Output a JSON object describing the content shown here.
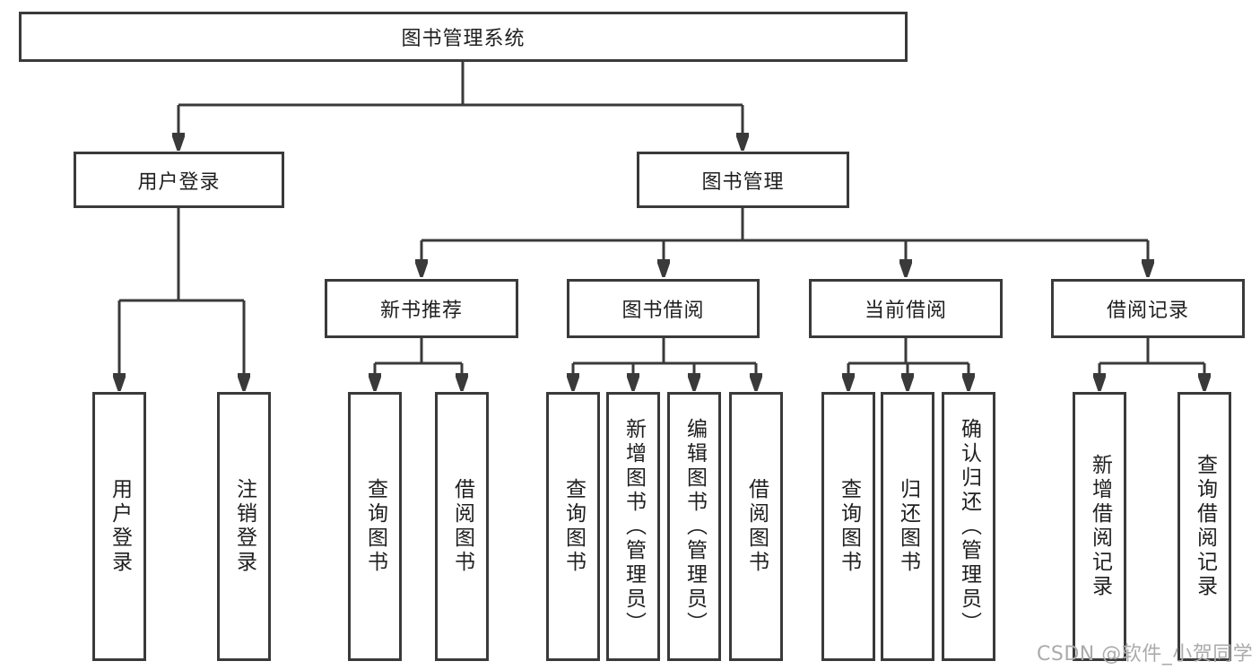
{
  "tree": {
    "label": "图书管理系统",
    "children": [
      {
        "label": "用户登录",
        "children": [
          {
            "label": "用户登录"
          },
          {
            "label": "注销登录"
          }
        ]
      },
      {
        "label": "图书管理",
        "children": [
          {
            "label": "新书推荐",
            "children": [
              {
                "label": "查询图书"
              },
              {
                "label": "借阅图书"
              }
            ]
          },
          {
            "label": "图书借阅",
            "children": [
              {
                "label": "查询图书"
              },
              {
                "label": "新增图书（管理员）"
              },
              {
                "label": "编辑图书（管理员）"
              },
              {
                "label": "借阅图书"
              }
            ]
          },
          {
            "label": "当前借阅",
            "children": [
              {
                "label": "查询图书"
              },
              {
                "label": "归还图书"
              },
              {
                "label": "确认归还（管理员）"
              }
            ]
          },
          {
            "label": "借阅记录",
            "children": [
              {
                "label": "新增借阅记录"
              },
              {
                "label": "查询借阅记录"
              }
            ]
          }
        ]
      }
    ]
  },
  "watermark": {
    "text": "CSDN @软件_小贺同学"
  },
  "colors": {
    "line": "#3a3a3a",
    "text": "#1f1f1f",
    "background": "#ffffff",
    "watermark": "#ababab"
  }
}
